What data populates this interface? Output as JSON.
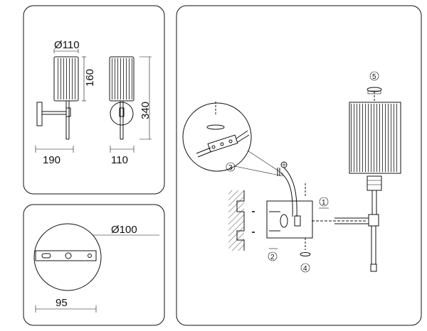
{
  "dims": {
    "shade_diameter": "Ø110",
    "shade_height": "160",
    "projection": "190",
    "total_height": "340",
    "plate_width": "110",
    "plate_diameter": "Ø100",
    "mount_hole_spacing": "95"
  },
  "steps": [
    "1",
    "2",
    "3",
    "4",
    "5"
  ],
  "colors": {
    "line": "#111111",
    "background": "#ffffff"
  }
}
